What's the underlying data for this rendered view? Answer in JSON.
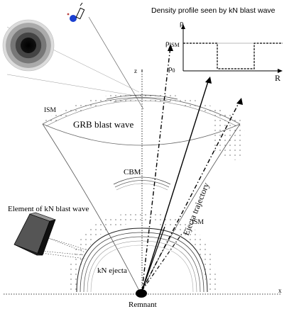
{
  "inset": {
    "title": "Density profile seen by kN blast wave",
    "y_axis": "ρ",
    "x_axis": "R",
    "rho_ism_main": "ρ",
    "rho_ism_sub": "ISM",
    "rho_0_main": "ρ",
    "rho_0_sub": "0"
  },
  "labels": {
    "ism_top": "ISM",
    "grb_blast_wave": "GRB blast wave",
    "cbm": "CBM",
    "element": "Element of kN blast wave",
    "ism_right": "ISM",
    "ejecta_trajectory": "Ejecta trajectory",
    "kn_ejecta": "kN ejecta",
    "remnant": "Remnant",
    "z_axis": "z",
    "x_axis": "x"
  }
}
